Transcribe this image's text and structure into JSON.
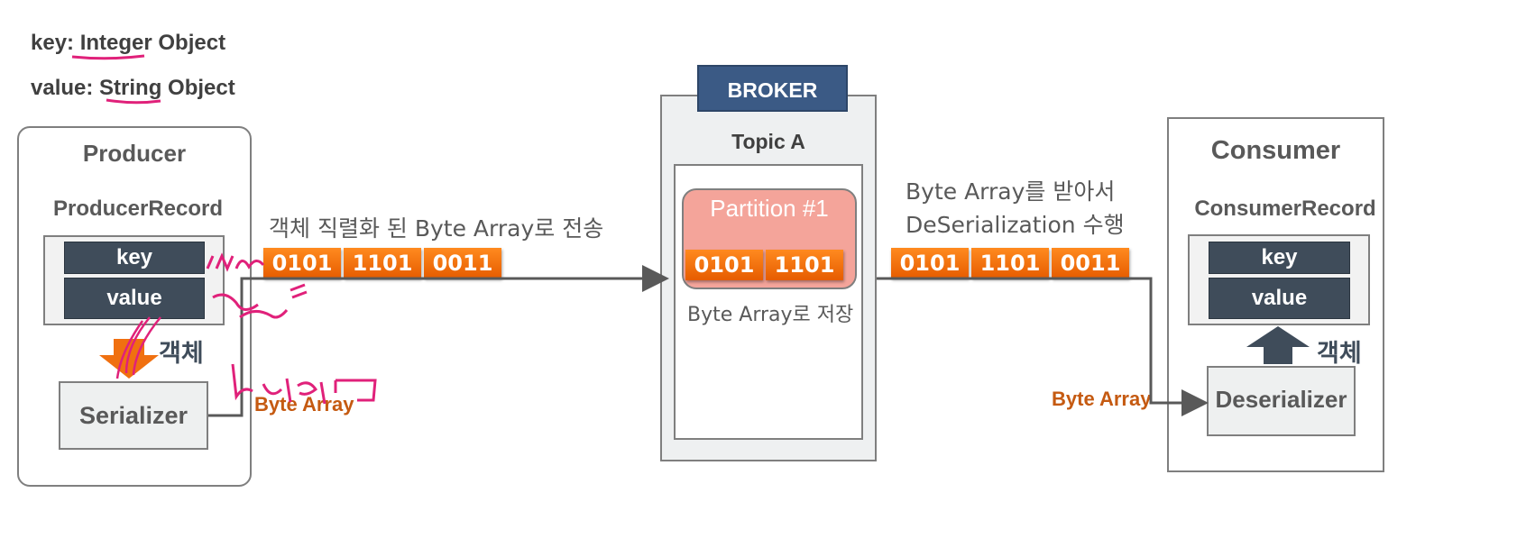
{
  "header": {
    "key_line": "key: Integer Object",
    "value_line": "value: String Object"
  },
  "producer": {
    "title": "Producer",
    "record_title": "ProducerRecord",
    "key_label": "key",
    "value_label": "value",
    "object_label": "객체",
    "serializer_label": "Serializer",
    "byte_array_label": "Byte Array"
  },
  "transfer": {
    "caption": "객체 직렬화 된 Byte Array로  전송",
    "bits": [
      "0101",
      "1101",
      "0011"
    ]
  },
  "broker": {
    "title": "BROKER",
    "topic": "Topic A",
    "partition": "Partition #1",
    "bits": [
      "0101",
      "1101"
    ],
    "storage_caption": "Byte Array로 저장"
  },
  "receive": {
    "caption_line1": "Byte Array를 받아서",
    "caption_line2": "DeSerialization 수행",
    "bits": [
      "0101",
      "1101",
      "0011"
    ]
  },
  "consumer": {
    "title": "Consumer",
    "record_title": "ConsumerRecord",
    "key_label": "key",
    "value_label": "value",
    "object_label": "객체",
    "deserializer_label": "Deserializer",
    "byte_array_label": "Byte Array"
  },
  "colors": {
    "accent_orange": "#f07010",
    "field_dark": "#3f4c5a",
    "broker_header": "#3b5a85",
    "partition_fill": "#f4a49a",
    "annotation_pink": "#e0217a"
  }
}
